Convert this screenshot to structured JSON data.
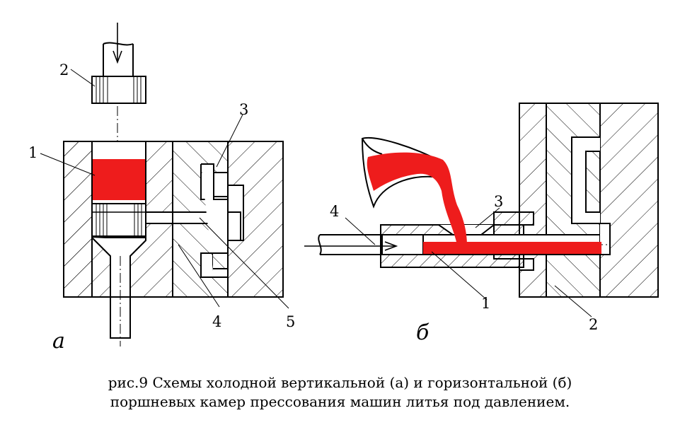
{
  "figure": {
    "sub_a": "а",
    "sub_b": "б",
    "a_labels": {
      "l1": "1",
      "l2": "2",
      "l3": "3",
      "l4": "4",
      "l5": "5"
    },
    "b_labels": {
      "l1": "1",
      "l2": "2",
      "l3": "3",
      "l4": "4"
    },
    "colors": {
      "metal": "#ee1c1c",
      "line": "#000000",
      "background": "#ffffff"
    }
  },
  "caption": {
    "line1": "рис.9 Схемы холодной вертикальной (а) и горизонтальной (б)",
    "line2": "поршневых камер прессования машин литья под давлением."
  }
}
